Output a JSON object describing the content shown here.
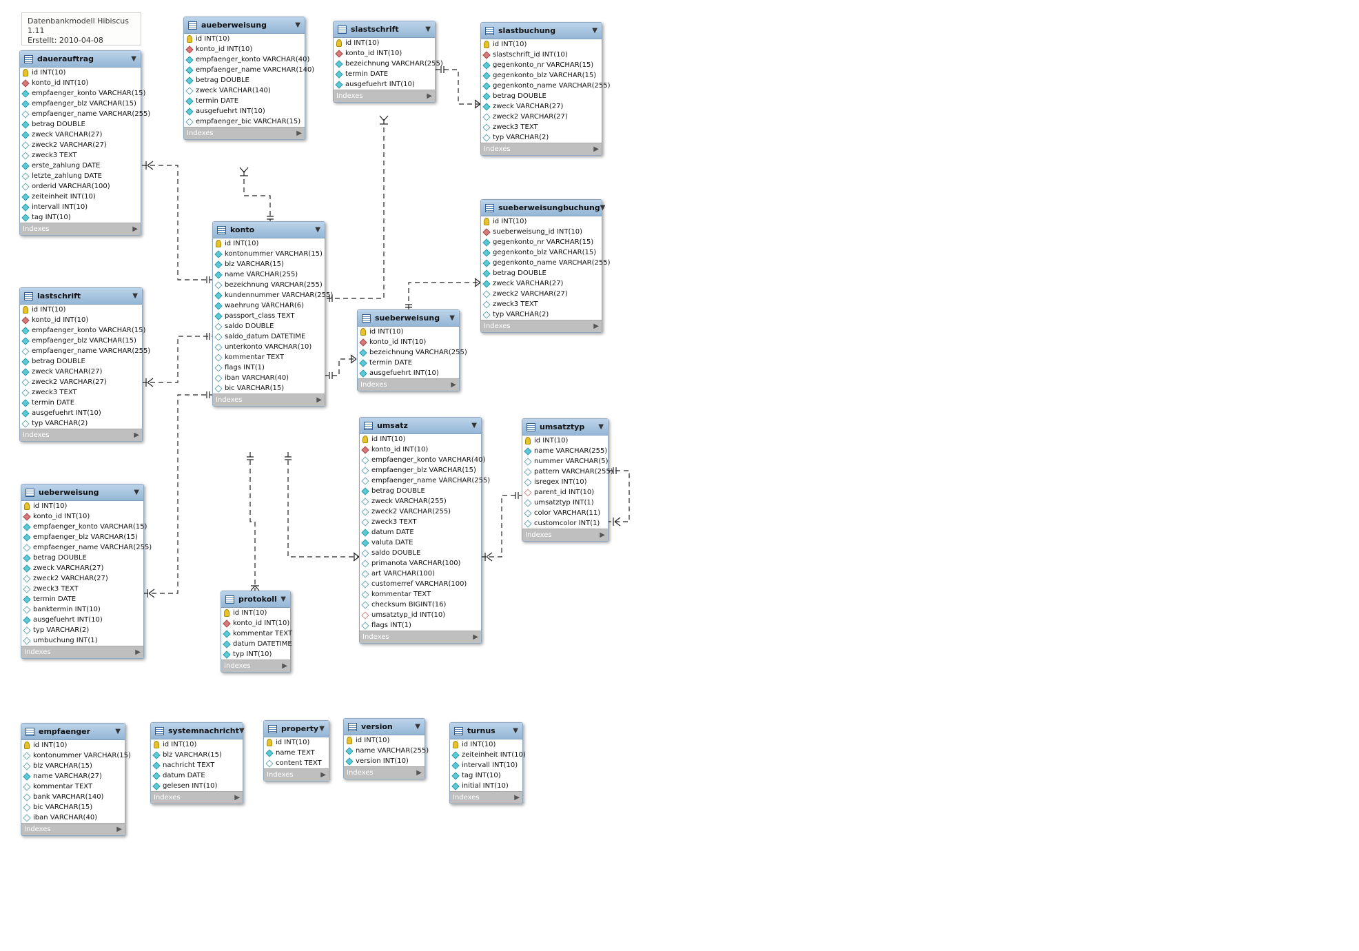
{
  "note": {
    "line1": "Datenbankmodell Hibiscus 1.11",
    "line2": "Erstellt: 2010-04-08"
  },
  "indexes_label": "Indexes",
  "tables": {
    "dauerauftrag": {
      "name": "dauerauftrag",
      "columns": [
        {
          "text": "id INT(10)",
          "kind": "pk"
        },
        {
          "text": "konto_id INT(10)",
          "kind": "fk"
        },
        {
          "text": "empfaenger_konto VARCHAR(15)",
          "kind": "nn"
        },
        {
          "text": "empfaenger_blz VARCHAR(15)",
          "kind": "nn"
        },
        {
          "text": "empfaenger_name VARCHAR(255)",
          "kind": "nl"
        },
        {
          "text": "betrag DOUBLE",
          "kind": "nn"
        },
        {
          "text": "zweck VARCHAR(27)",
          "kind": "nn"
        },
        {
          "text": "zweck2 VARCHAR(27)",
          "kind": "nl"
        },
        {
          "text": "zweck3 TEXT",
          "kind": "nl"
        },
        {
          "text": "erste_zahlung DATE",
          "kind": "nn"
        },
        {
          "text": "letzte_zahlung DATE",
          "kind": "nl"
        },
        {
          "text": "orderid VARCHAR(100)",
          "kind": "nl"
        },
        {
          "text": "zeiteinheit INT(10)",
          "kind": "nn"
        },
        {
          "text": "intervall INT(10)",
          "kind": "nn"
        },
        {
          "text": "tag INT(10)",
          "kind": "nn"
        }
      ]
    },
    "aueberweisung": {
      "name": "aueberweisung",
      "columns": [
        {
          "text": "id INT(10)",
          "kind": "pk"
        },
        {
          "text": "konto_id INT(10)",
          "kind": "fk"
        },
        {
          "text": "empfaenger_konto VARCHAR(40)",
          "kind": "nn"
        },
        {
          "text": "empfaenger_name VARCHAR(140)",
          "kind": "nn"
        },
        {
          "text": "betrag DOUBLE",
          "kind": "nn"
        },
        {
          "text": "zweck VARCHAR(140)",
          "kind": "nl"
        },
        {
          "text": "termin DATE",
          "kind": "nn"
        },
        {
          "text": "ausgefuehrt INT(10)",
          "kind": "nn"
        },
        {
          "text": "empfaenger_bic VARCHAR(15)",
          "kind": "nl"
        }
      ]
    },
    "slastschrift": {
      "name": "slastschrift",
      "columns": [
        {
          "text": "id INT(10)",
          "kind": "pk"
        },
        {
          "text": "konto_id INT(10)",
          "kind": "fk"
        },
        {
          "text": "bezeichnung VARCHAR(255)",
          "kind": "nn"
        },
        {
          "text": "termin DATE",
          "kind": "nn"
        },
        {
          "text": "ausgefuehrt INT(10)",
          "kind": "nn"
        }
      ]
    },
    "slastbuchung": {
      "name": "slastbuchung",
      "columns": [
        {
          "text": "id INT(10)",
          "kind": "pk"
        },
        {
          "text": "slastschrift_id INT(10)",
          "kind": "fk"
        },
        {
          "text": "gegenkonto_nr VARCHAR(15)",
          "kind": "nn"
        },
        {
          "text": "gegenkonto_blz VARCHAR(15)",
          "kind": "nn"
        },
        {
          "text": "gegenkonto_name VARCHAR(255)",
          "kind": "nn"
        },
        {
          "text": "betrag DOUBLE",
          "kind": "nn"
        },
        {
          "text": "zweck VARCHAR(27)",
          "kind": "nn"
        },
        {
          "text": "zweck2 VARCHAR(27)",
          "kind": "nl"
        },
        {
          "text": "zweck3 TEXT",
          "kind": "nl"
        },
        {
          "text": "typ VARCHAR(2)",
          "kind": "nl"
        }
      ]
    },
    "sueberweisungbuchung": {
      "name": "sueberweisungbuchung",
      "columns": [
        {
          "text": "id INT(10)",
          "kind": "pk"
        },
        {
          "text": "sueberweisung_id INT(10)",
          "kind": "fk"
        },
        {
          "text": "gegenkonto_nr VARCHAR(15)",
          "kind": "nn"
        },
        {
          "text": "gegenkonto_blz VARCHAR(15)",
          "kind": "nn"
        },
        {
          "text": "gegenkonto_name VARCHAR(255)",
          "kind": "nn"
        },
        {
          "text": "betrag DOUBLE",
          "kind": "nn"
        },
        {
          "text": "zweck VARCHAR(27)",
          "kind": "nn"
        },
        {
          "text": "zweck2 VARCHAR(27)",
          "kind": "nl"
        },
        {
          "text": "zweck3 TEXT",
          "kind": "nl"
        },
        {
          "text": "typ VARCHAR(2)",
          "kind": "nl"
        }
      ]
    },
    "konto": {
      "name": "konto",
      "columns": [
        {
          "text": "id INT(10)",
          "kind": "pk"
        },
        {
          "text": "kontonummer VARCHAR(15)",
          "kind": "nn"
        },
        {
          "text": "blz VARCHAR(15)",
          "kind": "nn"
        },
        {
          "text": "name VARCHAR(255)",
          "kind": "nn"
        },
        {
          "text": "bezeichnung VARCHAR(255)",
          "kind": "nl"
        },
        {
          "text": "kundennummer VARCHAR(255)",
          "kind": "nn"
        },
        {
          "text": "waehrung VARCHAR(6)",
          "kind": "nn"
        },
        {
          "text": "passport_class TEXT",
          "kind": "nn"
        },
        {
          "text": "saldo DOUBLE",
          "kind": "nl"
        },
        {
          "text": "saldo_datum DATETIME",
          "kind": "nl"
        },
        {
          "text": "unterkonto VARCHAR(10)",
          "kind": "nl"
        },
        {
          "text": "kommentar TEXT",
          "kind": "nl"
        },
        {
          "text": "flags INT(1)",
          "kind": "nl"
        },
        {
          "text": "iban VARCHAR(40)",
          "kind": "nl"
        },
        {
          "text": "bic VARCHAR(15)",
          "kind": "nl"
        }
      ]
    },
    "sueberweisung": {
      "name": "sueberweisung",
      "columns": [
        {
          "text": "id INT(10)",
          "kind": "pk"
        },
        {
          "text": "konto_id INT(10)",
          "kind": "fk"
        },
        {
          "text": "bezeichnung VARCHAR(255)",
          "kind": "nn"
        },
        {
          "text": "termin DATE",
          "kind": "nn"
        },
        {
          "text": "ausgefuehrt INT(10)",
          "kind": "nn"
        }
      ]
    },
    "lastschrift": {
      "name": "lastschrift",
      "columns": [
        {
          "text": "id INT(10)",
          "kind": "pk"
        },
        {
          "text": "konto_id INT(10)",
          "kind": "fk"
        },
        {
          "text": "empfaenger_konto VARCHAR(15)",
          "kind": "nn"
        },
        {
          "text": "empfaenger_blz VARCHAR(15)",
          "kind": "nn"
        },
        {
          "text": "empfaenger_name VARCHAR(255)",
          "kind": "nl"
        },
        {
          "text": "betrag DOUBLE",
          "kind": "nn"
        },
        {
          "text": "zweck VARCHAR(27)",
          "kind": "nn"
        },
        {
          "text": "zweck2 VARCHAR(27)",
          "kind": "nl"
        },
        {
          "text": "zweck3 TEXT",
          "kind": "nl"
        },
        {
          "text": "termin DATE",
          "kind": "nn"
        },
        {
          "text": "ausgefuehrt INT(10)",
          "kind": "nn"
        },
        {
          "text": "typ VARCHAR(2)",
          "kind": "nl"
        }
      ]
    },
    "umsatz": {
      "name": "umsatz",
      "columns": [
        {
          "text": "id INT(10)",
          "kind": "pk"
        },
        {
          "text": "konto_id INT(10)",
          "kind": "fk"
        },
        {
          "text": "empfaenger_konto VARCHAR(40)",
          "kind": "nl"
        },
        {
          "text": "empfaenger_blz VARCHAR(15)",
          "kind": "nl"
        },
        {
          "text": "empfaenger_name VARCHAR(255)",
          "kind": "nl"
        },
        {
          "text": "betrag DOUBLE",
          "kind": "nn"
        },
        {
          "text": "zweck VARCHAR(255)",
          "kind": "nl"
        },
        {
          "text": "zweck2 VARCHAR(255)",
          "kind": "nl"
        },
        {
          "text": "zweck3 TEXT",
          "kind": "nl"
        },
        {
          "text": "datum DATE",
          "kind": "nn"
        },
        {
          "text": "valuta DATE",
          "kind": "nn"
        },
        {
          "text": "saldo DOUBLE",
          "kind": "nl"
        },
        {
          "text": "primanota VARCHAR(100)",
          "kind": "nl"
        },
        {
          "text": "art VARCHAR(100)",
          "kind": "nl"
        },
        {
          "text": "customerref VARCHAR(100)",
          "kind": "nl"
        },
        {
          "text": "kommentar TEXT",
          "kind": "nl"
        },
        {
          "text": "checksum BIGINT(16)",
          "kind": "nl"
        },
        {
          "text": "umsatztyp_id INT(10)",
          "kind": "nf"
        },
        {
          "text": "flags INT(1)",
          "kind": "nl"
        }
      ]
    },
    "umsatztyp": {
      "name": "umsatztyp",
      "columns": [
        {
          "text": "id INT(10)",
          "kind": "pk"
        },
        {
          "text": "name VARCHAR(255)",
          "kind": "nn"
        },
        {
          "text": "nummer VARCHAR(5)",
          "kind": "nl"
        },
        {
          "text": "pattern VARCHAR(255)",
          "kind": "nl"
        },
        {
          "text": "isregex INT(10)",
          "kind": "nl"
        },
        {
          "text": "parent_id INT(10)",
          "kind": "nf"
        },
        {
          "text": "umsatztyp INT(1)",
          "kind": "nl"
        },
        {
          "text": "color VARCHAR(11)",
          "kind": "nl"
        },
        {
          "text": "customcolor INT(1)",
          "kind": "nl"
        }
      ]
    },
    "ueberweisung": {
      "name": "ueberweisung",
      "columns": [
        {
          "text": "id INT(10)",
          "kind": "pk"
        },
        {
          "text": "konto_id INT(10)",
          "kind": "fk"
        },
        {
          "text": "empfaenger_konto VARCHAR(15)",
          "kind": "nn"
        },
        {
          "text": "empfaenger_blz VARCHAR(15)",
          "kind": "nn"
        },
        {
          "text": "empfaenger_name VARCHAR(255)",
          "kind": "nl"
        },
        {
          "text": "betrag DOUBLE",
          "kind": "nn"
        },
        {
          "text": "zweck VARCHAR(27)",
          "kind": "nn"
        },
        {
          "text": "zweck2 VARCHAR(27)",
          "kind": "nl"
        },
        {
          "text": "zweck3 TEXT",
          "kind": "nl"
        },
        {
          "text": "termin DATE",
          "kind": "nn"
        },
        {
          "text": "banktermin INT(10)",
          "kind": "nl"
        },
        {
          "text": "ausgefuehrt INT(10)",
          "kind": "nn"
        },
        {
          "text": "typ VARCHAR(2)",
          "kind": "nl"
        },
        {
          "text": "umbuchung INT(1)",
          "kind": "nl"
        }
      ]
    },
    "protokoll": {
      "name": "protokoll",
      "columns": [
        {
          "text": "id INT(10)",
          "kind": "pk"
        },
        {
          "text": "konto_id INT(10)",
          "kind": "fk"
        },
        {
          "text": "kommentar TEXT",
          "kind": "nn"
        },
        {
          "text": "datum DATETIME",
          "kind": "nn"
        },
        {
          "text": "typ INT(10)",
          "kind": "nn"
        }
      ]
    },
    "empfaenger": {
      "name": "empfaenger",
      "columns": [
        {
          "text": "id INT(10)",
          "kind": "pk"
        },
        {
          "text": "kontonummer VARCHAR(15)",
          "kind": "nl"
        },
        {
          "text": "blz VARCHAR(15)",
          "kind": "nl"
        },
        {
          "text": "name VARCHAR(27)",
          "kind": "nn"
        },
        {
          "text": "kommentar TEXT",
          "kind": "nl"
        },
        {
          "text": "bank VARCHAR(140)",
          "kind": "nl"
        },
        {
          "text": "bic VARCHAR(15)",
          "kind": "nl"
        },
        {
          "text": "iban VARCHAR(40)",
          "kind": "nl"
        }
      ]
    },
    "systemnachricht": {
      "name": "systemnachricht",
      "columns": [
        {
          "text": "id INT(10)",
          "kind": "pk"
        },
        {
          "text": "blz VARCHAR(15)",
          "kind": "nn"
        },
        {
          "text": "nachricht TEXT",
          "kind": "nn"
        },
        {
          "text": "datum DATE",
          "kind": "nn"
        },
        {
          "text": "gelesen INT(10)",
          "kind": "nn"
        }
      ]
    },
    "property": {
      "name": "property",
      "columns": [
        {
          "text": "id INT(10)",
          "kind": "pk"
        },
        {
          "text": "name TEXT",
          "kind": "nn"
        },
        {
          "text": "content TEXT",
          "kind": "nl"
        }
      ]
    },
    "version": {
      "name": "version",
      "columns": [
        {
          "text": "id INT(10)",
          "kind": "pk"
        },
        {
          "text": "name VARCHAR(255)",
          "kind": "nn"
        },
        {
          "text": "version INT(10)",
          "kind": "nn"
        }
      ]
    },
    "turnus": {
      "name": "turnus",
      "columns": [
        {
          "text": "id INT(10)",
          "kind": "pk"
        },
        {
          "text": "zeiteinheit INT(10)",
          "kind": "nn"
        },
        {
          "text": "intervall INT(10)",
          "kind": "nn"
        },
        {
          "text": "tag INT(10)",
          "kind": "nn"
        },
        {
          "text": "initial INT(10)",
          "kind": "nn"
        }
      ]
    }
  }
}
